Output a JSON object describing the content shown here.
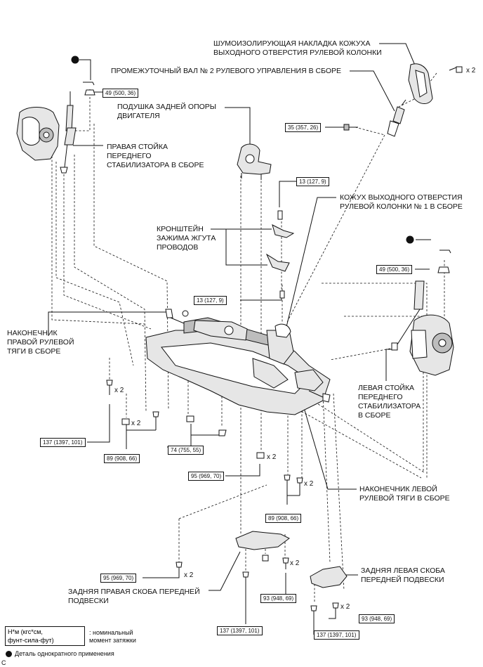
{
  "labels": {
    "soundproof_cover": "ШУМОИЗОЛИРУЮЩАЯ НАКЛАДКА КОЖУХА\nВЫХОДНОГО ОТВЕРСТИЯ РУЛЕВОЙ КОЛОНКИ",
    "intermediate_shaft": "ПРОМЕЖУТОЧНЫЙ ВАЛ № 2 РУЛЕВОГО УПРАВЛЕНИЯ В СБОРЕ",
    "rear_mount_cushion": "ПОДУШКА ЗАДНЕЙ ОПОРЫ\nДВИГАТЕЛЯ",
    "rh_stabilizer_link": "ПРАВАЯ СТОЙКА\nПЕРЕДНЕГО\nСТАБИЛИЗАТОРА В СБОРЕ",
    "column_hole_cover": "КОЖУХ ВЫХОДНОГО ОТВЕРСТИЯ\nРУЛЕВОЙ КОЛОНКИ № 1 В СБОРЕ",
    "wire_clamp_bracket": "КРОНШТЕЙН\nЗАЖИМА ЖГУТА\nПРОВОДОВ",
    "rh_tie_rod_end": "НАКОНЕЧНИК\nПРАВОЙ РУЛЕВОЙ\nТЯГИ В СБОРЕ",
    "lh_stabilizer_link": "ЛЕВАЯ СТОЙКА\nПЕРЕДНЕГО\nСТАБИЛИЗАТОРА\nВ СБОРЕ",
    "lh_tie_rod_end": "НАКОНЕЧНИК ЛЕВОЙ\nРУЛЕВОЙ ТЯГИ В СБОРЕ",
    "lh_rear_brace": "ЗАДНЯЯ ЛЕВАЯ СКОБА\nПЕРЕДНЕЙ ПОДВЕСКИ",
    "rh_rear_brace": "ЗАДНЯЯ ПРАВАЯ СКОБА ПЕРЕДНЕЙ\nПОДВЕСКИ"
  },
  "torques": {
    "t49_left": "49 (500, 36)",
    "t35": "35 (357, 26)",
    "t13_top": "13 (127, 9)",
    "t13_mid": "13 (127, 9)",
    "t49_right": "49 (500, 36)",
    "t137_left": "137 (1397, 101)",
    "t89_left": "89 (908, 66)",
    "t74": "74 (755, 55)",
    "t95_mid": "95 (969, 70)",
    "t89_right": "89 (908, 66)",
    "t95_low": "95 (969, 70)",
    "t93_mid": "93 (948, 69)",
    "t93_right": "93 (948, 69)",
    "t137_bottom": "137 (1397, 101)",
    "t137_right": "137 (1397, 101)"
  },
  "multipliers": {
    "x2_top_right": "x 2",
    "x2_bolts_left": "x 2",
    "x2_nuts_left": "x 2",
    "x2_nut_mid": "x 2",
    "x2_bolts_right": "x 2",
    "x2_low_left": "x 2",
    "x2_low_mid": "x 2",
    "x2_low_right": "x 2"
  },
  "legend": {
    "units": "Н*м (кгс*см,\nфунт-сила-фут)",
    "units_desc": ": номинальный\nмомент затяжки",
    "single_use": "Деталь однократного применения",
    "corner_mark": "C"
  }
}
